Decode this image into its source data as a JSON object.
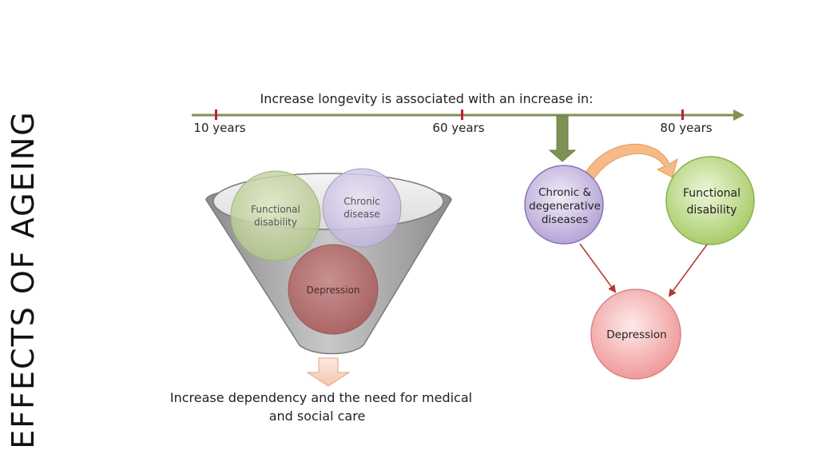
{
  "slide": {
    "side_title": "EFFECTS OF AGEING"
  },
  "timeline": {
    "caption": "Increase longevity is associated with an increase in:",
    "ticks": [
      "10 years",
      "60 years",
      "80 years"
    ]
  },
  "funnel": {
    "circles": [
      {
        "line1": "Functional",
        "line2": "disability"
      },
      {
        "line1": "Chronic",
        "line2": "disease"
      },
      {
        "line1": "Depression",
        "line2": ""
      }
    ],
    "outcome_line1": "Increase dependency and the need for medical",
    "outcome_line2": "and social care"
  },
  "cycle": {
    "chronic": {
      "line1": "Chronic &",
      "line2": "degenerative",
      "line3": "diseases"
    },
    "functional": {
      "line1": "Functional",
      "line2": "disability"
    },
    "depression": "Depression"
  },
  "colors": {
    "axis_arrow": "#7f9155",
    "tick": "#c0202a",
    "funnel_gray": "#9a9a9a",
    "green_circle": "#b9d67e",
    "purple_circle": "#c8b8e0",
    "red_circle": "#c98080",
    "pink_circle": "#f3b8b8",
    "orange_arrow": "#f4b27a",
    "red_arrow": "#b03838"
  }
}
